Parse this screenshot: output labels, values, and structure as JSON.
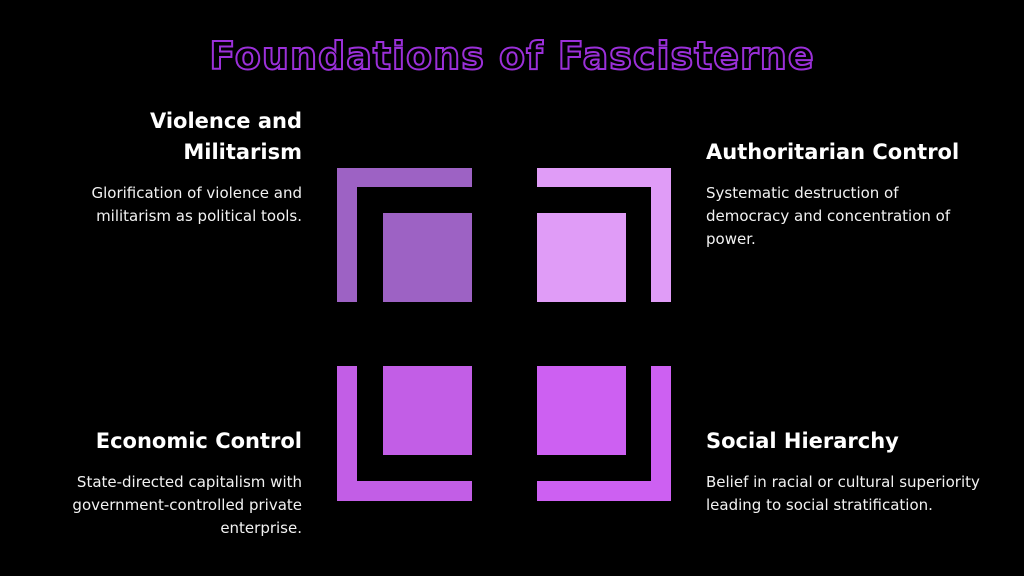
{
  "title": "Foundations of Fascisterne",
  "colors": {
    "title_outline": "#9b30d9",
    "quadrant_top_left": "#9d62c4",
    "quadrant_top_right": "#e09cf7",
    "quadrant_bottom_left": "#c25ee6",
    "quadrant_bottom_right": "#cd60f2"
  },
  "quadrants": [
    {
      "heading": "Violence and Militarism",
      "heading_line1": "Violence and",
      "heading_line2": "Militarism",
      "description": "Glorification of violence and militarism as political tools."
    },
    {
      "heading": "Authoritarian Control",
      "description": "Systematic destruction of democracy and concentration of power."
    },
    {
      "heading": "Economic Control",
      "description": "State-directed capitalism with government-controlled private enterprise."
    },
    {
      "heading": "Social Hierarchy",
      "description": "Belief in racial or cultural superiority leading to social stratification."
    }
  ]
}
